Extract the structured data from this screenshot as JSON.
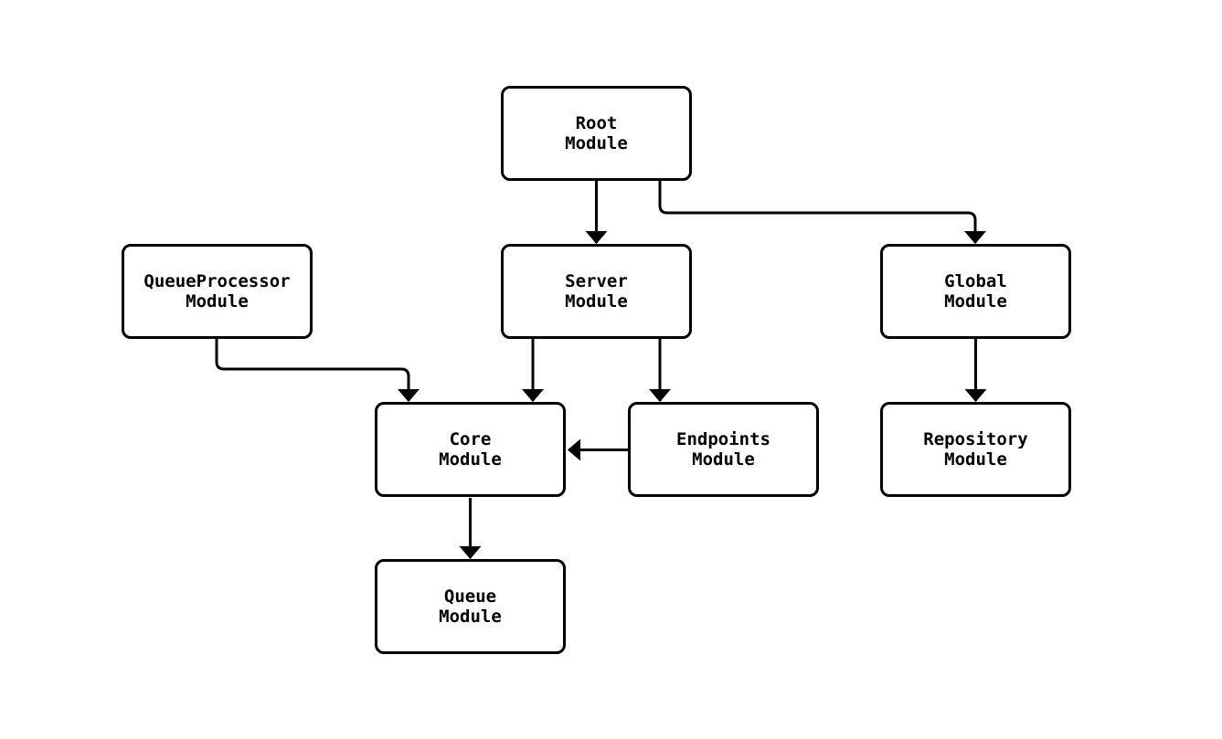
{
  "diagram": {
    "type": "module-dependency-flowchart",
    "colors": {
      "background": "#ffffff",
      "node_fill": "#ffffff",
      "node_border": "#000000",
      "edge_stroke": "#000000",
      "text": "#000000"
    },
    "nodes": {
      "root": {
        "line1": "Root",
        "line2": "Module"
      },
      "queueprocessor": {
        "line1": "QueueProcessor",
        "line2": "Module"
      },
      "server": {
        "line1": "Server",
        "line2": "Module"
      },
      "global": {
        "line1": "Global",
        "line2": "Module"
      },
      "core": {
        "line1": "Core",
        "line2": "Module"
      },
      "endpoints": {
        "line1": "Endpoints",
        "line2": "Module"
      },
      "repository": {
        "line1": "Repository",
        "line2": "Module"
      },
      "queue": {
        "line1": "Queue",
        "line2": "Module"
      }
    },
    "edges": [
      {
        "from": "Root Module",
        "to": "Server Module"
      },
      {
        "from": "Root Module",
        "to": "Global Module"
      },
      {
        "from": "QueueProcessor Module",
        "to": "Core Module"
      },
      {
        "from": "Server Module",
        "to": "Core Module"
      },
      {
        "from": "Server Module",
        "to": "Endpoints Module"
      },
      {
        "from": "Global Module",
        "to": "Repository Module"
      },
      {
        "from": "Endpoints Module",
        "to": "Core Module"
      },
      {
        "from": "Core Module",
        "to": "Queue Module"
      }
    ]
  }
}
